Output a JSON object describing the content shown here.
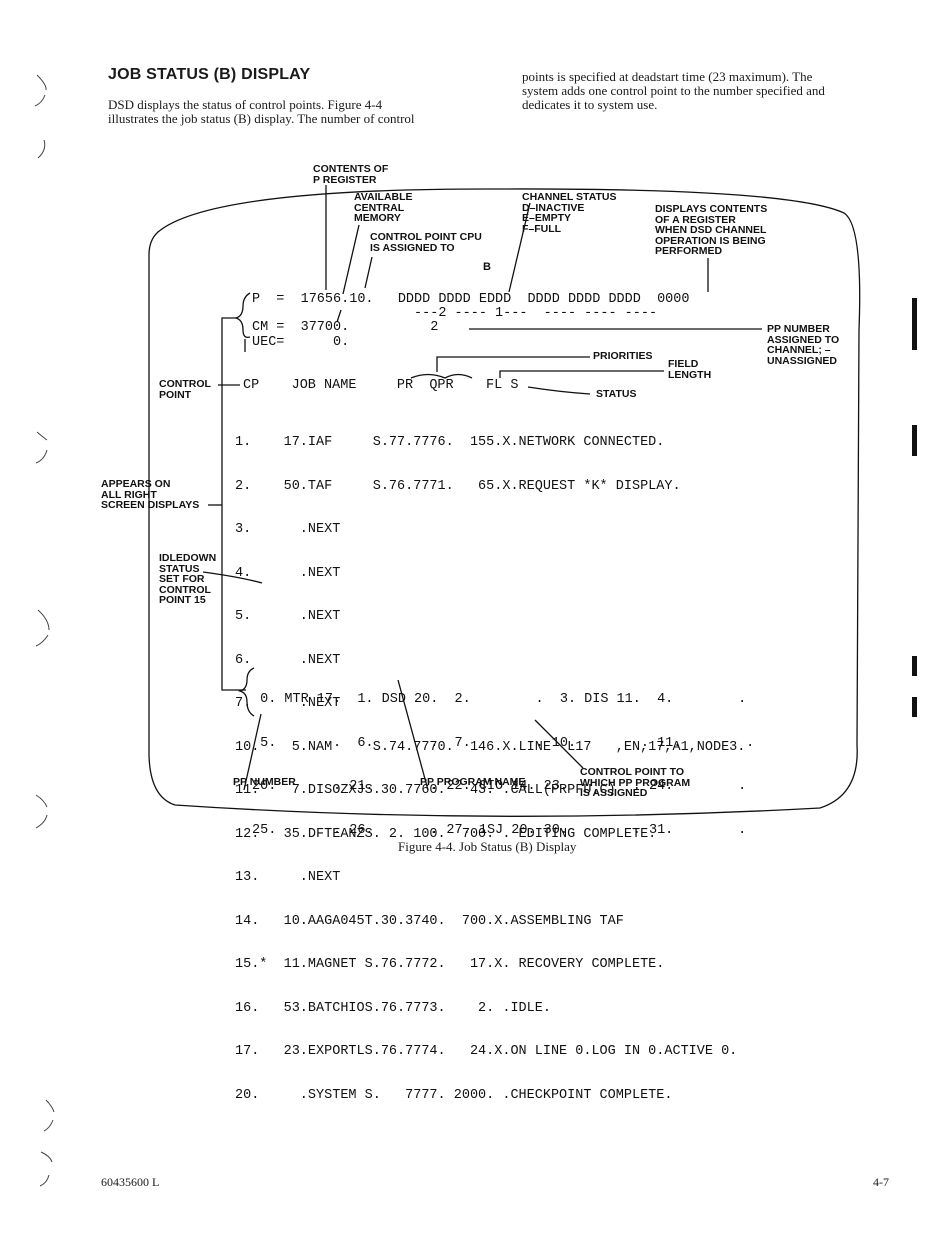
{
  "section": {
    "heading": "JOB STATUS (B) DISPLAY",
    "para_left_lines": [
      "DSD displays the status of control points.  Figure 4-4",
      "illustrates the job status (B) display.  The number of control"
    ],
    "para_right_lines": [
      "points is specified at deadstart time (23 maximum).  The",
      "system adds one control point to the number specified and",
      "dedicates it to system use."
    ]
  },
  "annotations": {
    "contents_p": "CONTENTS OF\nP REGISTER",
    "available_cm": "AVAILABLE\nCENTRAL\nMEMORY",
    "cp_cpu": "CONTROL POINT CPU\nIS ASSIGNED TO",
    "b_label": "B",
    "channel_status": "CHANNEL STATUS\nD–INACTIVE\nE–EMPTY\nF–FULL",
    "displays_a": "DISPLAYS CONTENTS\nOF A REGISTER\nWHEN DSD CHANNEL\nOPERATION IS BEING\nPERFORMED",
    "pp_assigned": "PP NUMBER\nASSIGNED TO\nCHANNEL; –\nUNASSIGNED",
    "priorities": "PRIORITIES",
    "field_length": "FIELD\nLENGTH",
    "status": "STATUS",
    "control_point": "CONTROL\nPOINT",
    "appears_on": "APPEARS ON\nALL RIGHT\nSCREEN DISPLAYS",
    "idledown": "IDLEDOWN\nSTATUS\nSET FOR\nCONTROL\nPOINT 15",
    "pp_number": "PP NUMBER",
    "pp_program_name": "PP PROGRAM NAME",
    "cp_pp_program": "CONTROL POINT TO\nWHICH PP PROGRAM\nIS ASSIGNED"
  },
  "screen": {
    "p_line": "P  =  17656.10.   DDDD DDDD EDDD  DDDD DDDD DDDD  0000",
    "dash_line": "                    ---2 ---- 1---  ---- ---- ----",
    "cm_line": "CM =  37700.          2",
    "uec_line": "UEC=      0.",
    "header_line": "CP    JOB NAME     PR  QPR    FL S",
    "rows": [
      "1.    17.IAF     S.77.7776.  155.X.NETWORK CONNECTED.",
      "2.    50.TAF     S.76.7771.   65.X.REQUEST *K* DISPLAY.",
      "3.      .NEXT",
      "4.      .NEXT",
      "5.      .NEXT",
      "6.      .NEXT",
      "7.      .NEXT",
      "10.    5.NAM     S.74.7770.  146.X.LINE  L17   ,EN,17,A1,NODE3.",
      "11.    7.DISOZXJS.30.7760.   43. .CALL(PRPFU.C)",
      "12.   35.DFTEANZS. 2. 100.  700. . EDITING COMPLETE.",
      "13.     .NEXT",
      "14.   10.AAGA045T.30.3740.  700.X.ASSEMBLING TAF",
      "15.*  11.MAGNET S.76.7772.   17.X. RECOVERY COMPLETE.",
      "16.   53.BATCHIOS.76.7773.    2. .IDLE.",
      "17.   23.EXPORTLS.76.7774.   24.X.ON LINE 0.LOG IN 0.ACTIVE 0.",
      "20.     .SYSTEM S.   7777. 2000. .CHECKPOINT COMPLETE."
    ],
    "pp_rows": [
      " 0. MTR 17.  1. DSD 20.  2.        .  3. DIS 11.  4.        .",
      " 5.       .  6.       .  7.        . 10.        . 11.        .",
      "20.       . 21.       . 22. CIO 14. 23.        . 24.        .",
      "25.       . 26.       . 27. 1SJ 20. 30.        . 31.        ."
    ]
  },
  "caption": "Figure 4-4.  Job Status (B) Display",
  "footer": {
    "doc_number": "60435600 L",
    "page_number": "4-7"
  }
}
